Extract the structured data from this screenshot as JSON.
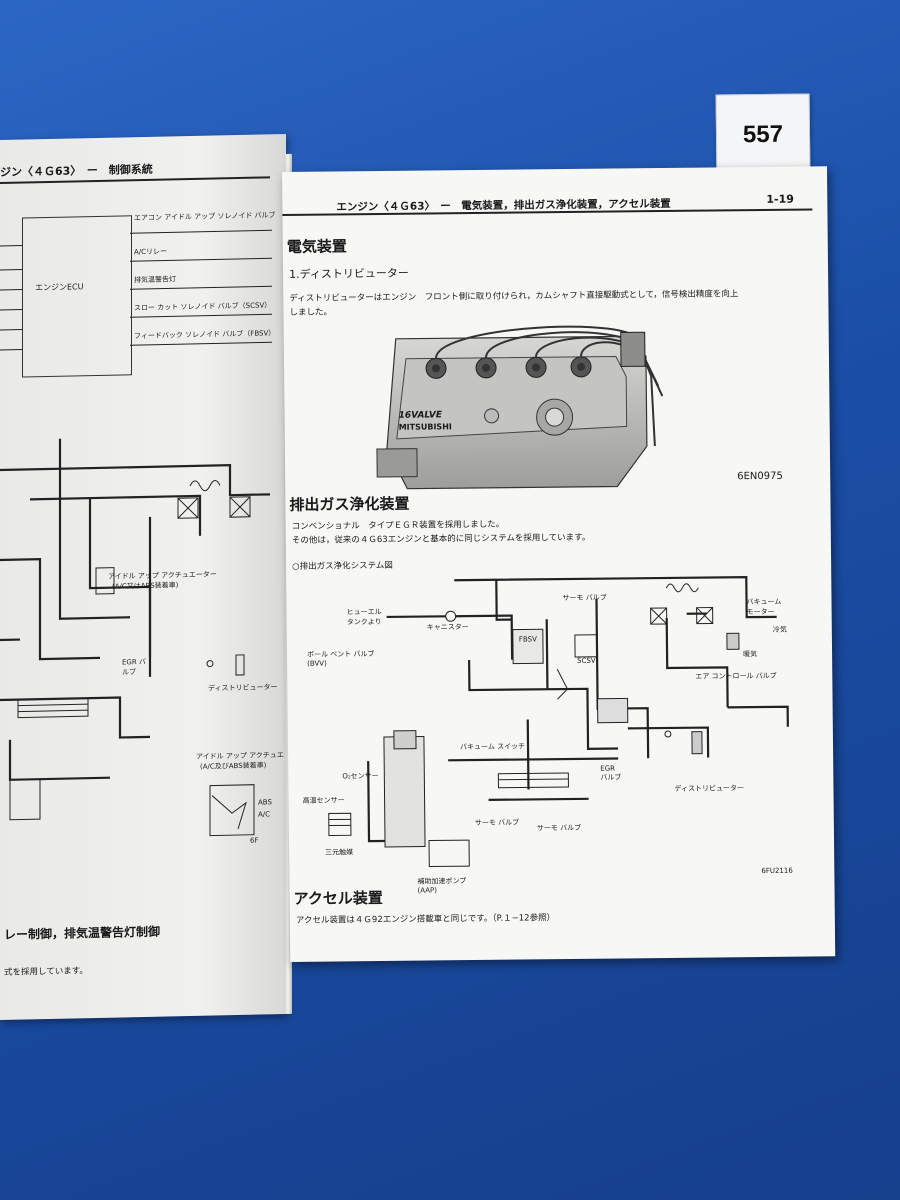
{
  "tag": {
    "number": "557"
  },
  "left_page": {
    "header": "ジン〈４Ｇ63〉　ー　制御系統",
    "ecu_label": "エンジンECU",
    "outputs": [
      "エアコン アイドル アップ ソレノイド バルブ",
      "A/Cリレー",
      "排気温警告灯",
      "スロー カット ソレノイド バルブ（SCSV）",
      "フィードバック ソレノイド バルブ（FBSV）"
    ],
    "labels": {
      "idle_actuator": "アイドル アップ アクチュエーター",
      "idle_actuator_sub": "(A/C又はABS装着車)",
      "egr_valve": "EGR バルブ",
      "distributor": "ディストリビューター",
      "idle_actuator2": "アイドル アップ アクチュエーター",
      "idle_actuator2_sub": "(A/C及びABS装着車)",
      "abs": "ABS",
      "ac": "A/C",
      "code": "6F",
      "section_heading": "レー制御，排気温警告灯制御",
      "section_text": "式を採用しています。"
    }
  },
  "right_page": {
    "header": "エンジン〈４Ｇ63〉　ー　電気装置，排出ガス浄化装置，アクセル装置",
    "page_number": "1-19",
    "sections": {
      "electric": {
        "title": "電気装置",
        "subtitle": "1.ディストリビューター",
        "text1": "ディストリビューターはエンジン　フロント側に取り付けられ，カムシャフト直接駆動式として，信号検出精度を向上",
        "text2": "しました。",
        "figure_code": "6EN0975",
        "engine_marking_1": "16VALVE",
        "engine_marking_2": "MITSUBISHI"
      },
      "emission": {
        "title": "排出ガス浄化装置",
        "text1": "コンベンショナル　タイプＥＧＲ装置を採用しました。",
        "text2": "その他は，従来の４Ｇ63エンジンと基本的に同じシステムを採用しています。",
        "diagram_title": "○排出ガス浄化システム図",
        "figure_code": "6FU2116",
        "labels": {
          "fuel_tank": "ヒューエル\nタンクより",
          "canister": "キャニスター",
          "fbsv": "FBSV",
          "bowl_vent": "ボール ベント バルブ\n(BVV)",
          "scsv": "SCSV",
          "thermo_valve_top": "サーモ バルブ",
          "vacuum_motor": "バキューム\nモーター",
          "cold_air": "冷気",
          "warm_air": "暖気",
          "air_control": "エア コントロール バルブ",
          "vacuum_switch": "バキューム スイッチ",
          "o2_sensor": "O₂センサー",
          "egr_valve": "EGR\nバルブ",
          "distributor": "ディストリビューター",
          "high_temp_sensor": "高温センサー",
          "thermo_valve_1": "サーモ バルブ",
          "thermo_valve_2": "サーモ バルブ",
          "catalyst": "三元触媒",
          "aap": "補助加速ポンプ\n(AAP)"
        }
      },
      "accel": {
        "title": "アクセル装置",
        "text": "アクセル装置は４Ｇ92エンジン搭載車と同じです。（P.１−12参照）"
      }
    }
  }
}
